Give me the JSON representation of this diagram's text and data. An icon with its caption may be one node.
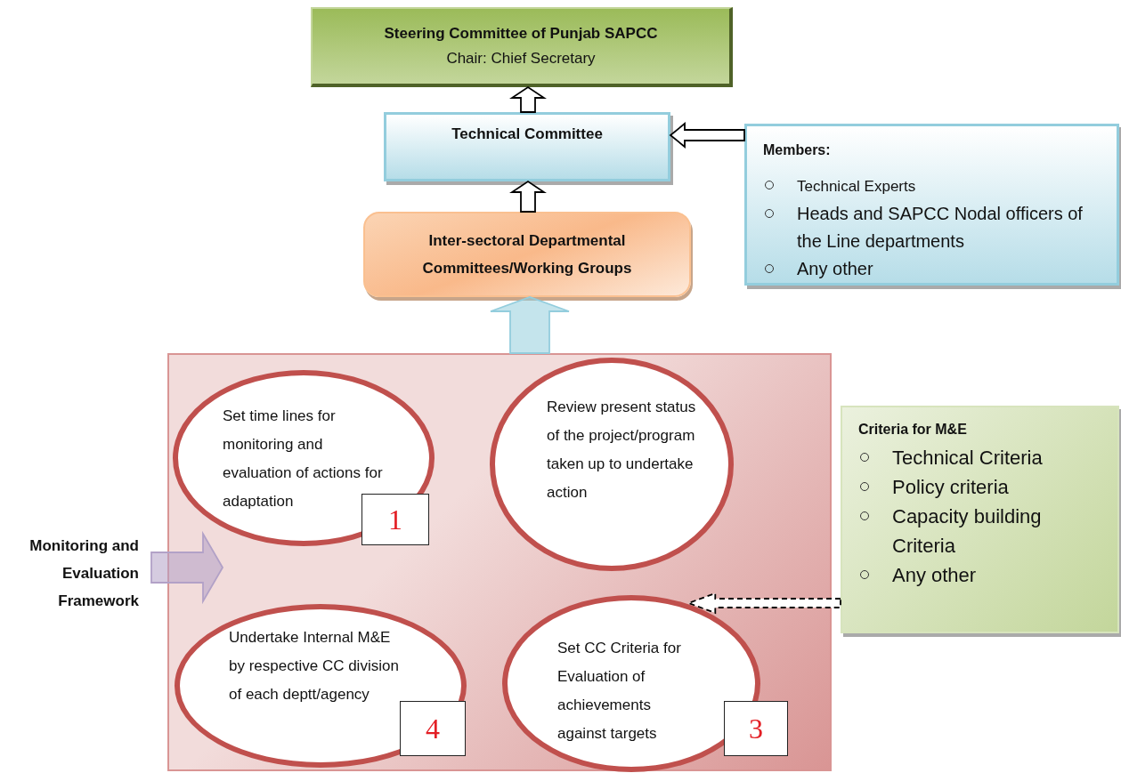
{
  "diagram": {
    "nodes": [
      {
        "text": [
          "Steering Committee of Punjab SAPCC",
          "Chair: Chief Secretary"
        ]
      },
      {
        "text": [
          "Technical Committee"
        ]
      },
      {
        "text": [
          "Members:",
          "Technical Experts",
          "Heads and SAPCC Nodal officers of the Line departments",
          "Any other"
        ]
      },
      {
        "text": [
          "Inter-sectoral Departmental Committees/Working Groups"
        ]
      },
      {
        "text": [],
        "shape": "box"
      },
      {
        "text": [
          "Set time lines for monitoring and evaluation of actions for adaptation"
        ],
        "in": 4
      },
      {
        "text": [
          "1"
        ],
        "in": 5
      },
      {
        "text": [
          "Review present status of the project/program taken up to undertake action"
        ],
        "in": 4
      },
      {
        "text": [
          "Undertake Internal M&E by respective CC division of each deptt/agency"
        ],
        "in": 4
      },
      {
        "text": [
          "4"
        ],
        "in": 8
      },
      {
        "text": [
          "Set CC Criteria for Evaluation of achievements against targets"
        ],
        "in": 4
      },
      {
        "text": [
          "3"
        ],
        "in": 4
      },
      {
        "text": [
          "Monitoring and Evaluation Framework"
        ]
      },
      {
        "text": [
          "Criteria for M&E",
          "Technical Criteria",
          "Policy criteria",
          "Capacity building Criteria",
          "Any other"
        ]
      }
    ],
    "edges": [
      {
        "from": 1,
        "to": 0,
        "arrow": "to"
      },
      {
        "from": 2,
        "to": 1,
        "arrow": "to"
      },
      {
        "from": 3,
        "to": 1,
        "arrow": "to"
      },
      {
        "from": 4,
        "to": 3,
        "arrow": "to",
        "color": "#93cddd"
      },
      {
        "from": 12,
        "to": 4,
        "arrow": "to",
        "color": "#b2a1c7"
      },
      {
        "from": 13,
        "to": 10,
        "arrow": "to",
        "style": "dashed"
      }
    ]
  }
}
